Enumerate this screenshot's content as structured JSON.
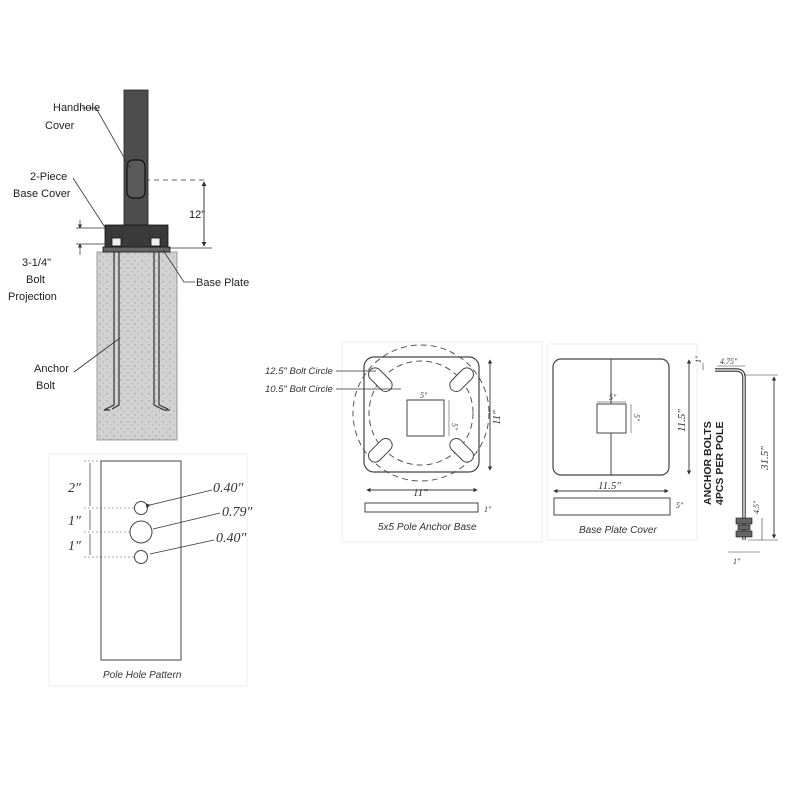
{
  "elevation": {
    "handhole_cover": [
      "Handhole",
      "Cover"
    ],
    "base_cover": [
      "2-Piece",
      "Base Cover"
    ],
    "bolt_projection": [
      "3-1/4\"",
      "Bolt",
      "Projection"
    ],
    "base_plate": "Base Plate",
    "anchor_bolt": [
      "Anchor",
      "Bolt"
    ],
    "height_12": "12\""
  },
  "hole_pattern": {
    "caption": "Pole Hole Pattern",
    "spacing_top": "2″",
    "spacing_mid": "1″",
    "spacing_bot": "1″",
    "hole_top": "0.40″",
    "hole_mid": "0.79″",
    "hole_bot": "0.40″"
  },
  "anchor_base": {
    "caption": "5x5 Pole Anchor Base",
    "bolt_circle_outer": "12.5″ Bolt Circle",
    "bolt_circle_inner": "10.5″ Bolt Circle",
    "width": "11″",
    "height": "11″",
    "center_w": "5″",
    "center_h": "5″",
    "thickness": "1″"
  },
  "base_cover": {
    "caption": "Base Plate Cover",
    "width": "11.5″",
    "height": "11.5″",
    "center_w": "5″",
    "center_h": "5″",
    "thickness": "5″"
  },
  "anchor_bolts": {
    "title": [
      "ANCHOR BOLTS",
      "4PCS PER POLE"
    ],
    "top_offset": "1″",
    "hook_length": "4.75″",
    "length": "31.5″",
    "thread": "4.5″",
    "diameter": "1″"
  }
}
